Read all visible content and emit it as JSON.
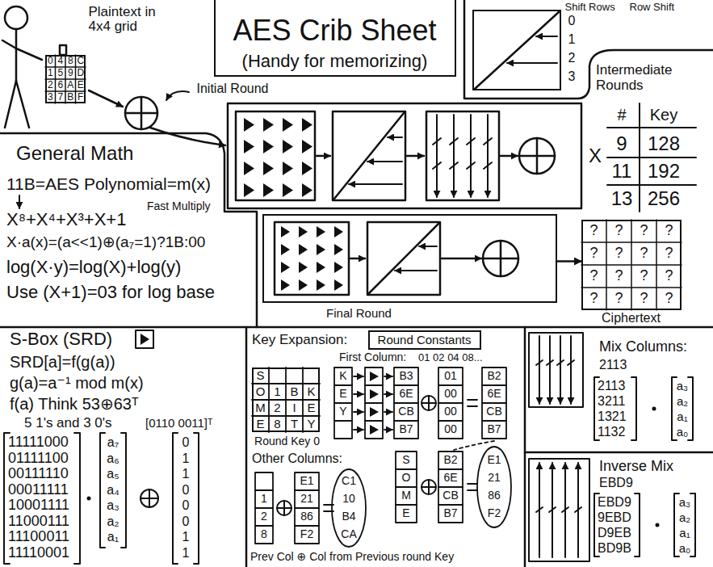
{
  "diagram": {
    "nodes": [
      {
        "text": [
          "Plaintext in 4x4 grid"
        ]
      },
      {
        "text": [
          "AES Crib Sheet",
          "(Handy for memorizing)"
        ]
      },
      {
        "text": [
          "Shift Rows",
          "Row Shift"
        ]
      },
      {
        "text": [
          "General Math",
          "11B=AES Polynomial=m(x)",
          "X⁸+X⁴+X³+X+1",
          "Fast Multiply",
          "X·a(x)=(a<<1)⊕(a₇=1)?1B:00",
          "log(X·y)=log(X)+log(y)",
          "Use (X+1)=03 for log base"
        ]
      },
      {
        "text": [
          "Final Round"
        ]
      },
      {
        "text": [
          "Ciphertext"
        ]
      },
      {
        "text": [
          "S-Box (SRD)",
          "SRD[a]=f(g(a))",
          "g(a)=a⁻¹ mod m(x)",
          "f(a) Think 53⊕63ᵀ",
          "5 1's and 3 0's",
          "[0110 0011]ᵀ"
        ]
      },
      {
        "text": [
          "Key Expansion:"
        ]
      },
      {
        "text": [
          "Round Constants"
        ],
        "in": 7
      },
      {
        "text": [
          "Round Key 0"
        ],
        "in": 7
      },
      {
        "text": [
          "Mix Columns:",
          "2113"
        ]
      },
      {
        "text": [
          "Inverse Mix",
          "EBD9"
        ]
      }
    ],
    "edges": [
      {
        "from": 4,
        "to": 5,
        "arrow": "to"
      }
    ],
    "labels": [
      "0",
      "4",
      "8",
      "C",
      "1",
      "5",
      "9",
      "D",
      "2",
      "6",
      "A",
      "E",
      "3",
      "7",
      "B",
      "F",
      "Initial Round",
      "0",
      "1",
      "2",
      "3",
      "Intermediate Rounds",
      "#",
      "Key",
      "9",
      "128",
      "11",
      "192",
      "13",
      "256",
      "X",
      "?",
      "?",
      "?",
      "?",
      "?",
      "?",
      "?",
      "?",
      "?",
      "?",
      "?",
      "?",
      "?",
      "?",
      "?",
      "?",
      "11111000",
      "01111100",
      "00111110",
      "00011111",
      "10001111",
      "11000111",
      "11100011",
      "11110001",
      "a₇",
      "a₆",
      "a₅",
      "a₄",
      "a₃",
      "a₂",
      "a₁",
      "0",
      "1",
      "1",
      "0",
      "0",
      "0",
      "1",
      "1",
      "First Column:",
      "01 02 04 08...",
      "S",
      "O",
      "1",
      "B",
      "K",
      "M",
      "2",
      "I",
      "E",
      "E",
      "8",
      "T",
      "Y",
      "K",
      "E",
      "Y",
      "B3",
      "6E",
      "CB",
      "B7",
      "01",
      "00",
      "00",
      "00",
      "B2",
      "6E",
      "CB",
      "B7",
      "S",
      "O",
      "M",
      "E",
      "B2",
      "6E",
      "CB",
      "B7",
      "E1",
      "21",
      "86",
      "F2",
      "Other Columns:",
      "1",
      "2",
      "8",
      "E1",
      "21",
      "86",
      "F2",
      "C1",
      "10",
      "B4",
      "CA",
      "Prev Col ⊕ Col from Previous round Key",
      "2113",
      "3211",
      "1321",
      "1132",
      "a₃",
      "a₂",
      "a₁",
      "a₀",
      "EBD9",
      "9EBD",
      "D9EB",
      "BD9B",
      "a₃",
      "a₂",
      "a₁",
      "a₀"
    ]
  }
}
